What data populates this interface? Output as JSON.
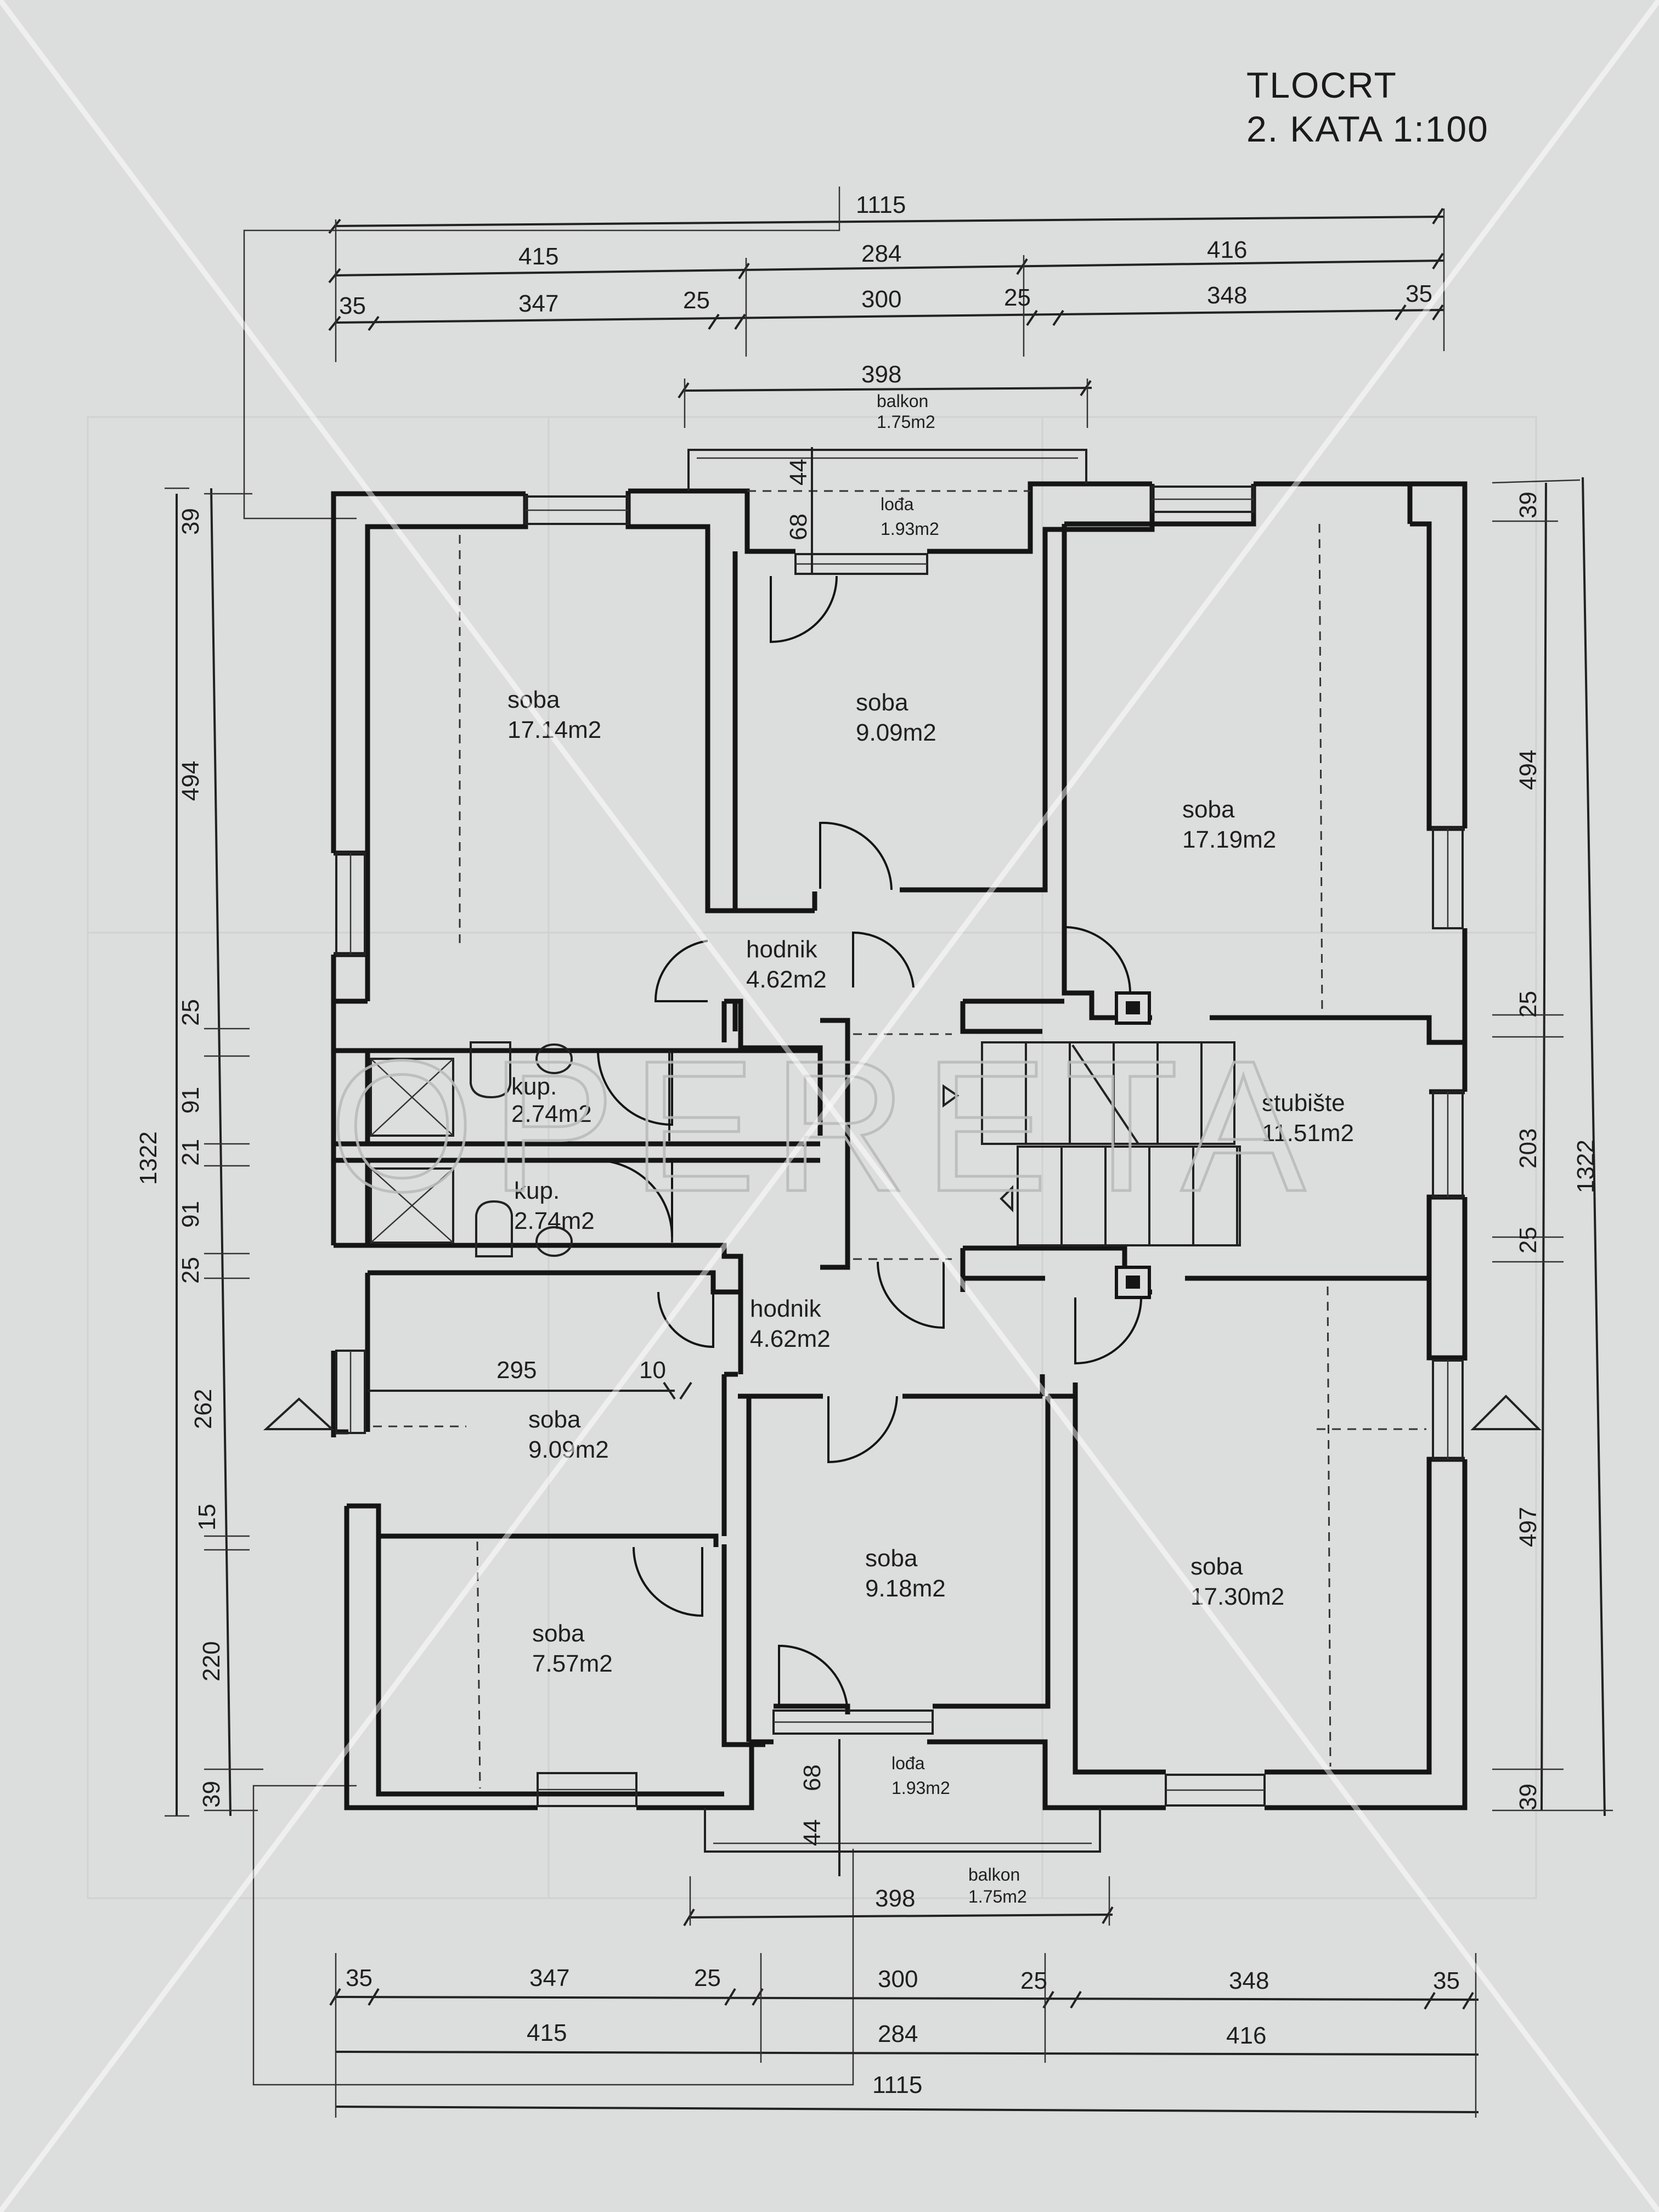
{
  "title": {
    "line1": "TLOCRT",
    "line2": "2. KATA 1:100"
  },
  "watermark": "OPERETA",
  "rooms": [
    {
      "id": "soba-nw",
      "name": "soba",
      "area": "17.14m2"
    },
    {
      "id": "soba-nc",
      "name": "soba",
      "area": "9.09m2"
    },
    {
      "id": "soba-ne",
      "name": "soba",
      "area": "17.19m2"
    },
    {
      "id": "hodnik-n",
      "name": "hodnik",
      "area": "4.62m2"
    },
    {
      "id": "kup-1",
      "name": "kup.",
      "area": "2.74m2"
    },
    {
      "id": "kup-2",
      "name": "kup.",
      "area": "2.74m2"
    },
    {
      "id": "stubiste",
      "name": "stubište",
      "area": "11.51m2"
    },
    {
      "id": "hodnik-s",
      "name": "hodnik",
      "area": "4.62m2"
    },
    {
      "id": "soba-w",
      "name": "soba",
      "area": "9.09m2"
    },
    {
      "id": "soba-sw",
      "name": "soba",
      "area": "7.57m2"
    },
    {
      "id": "soba-sc",
      "name": "soba",
      "area": "9.18m2"
    },
    {
      "id": "soba-se",
      "name": "soba",
      "area": "17.30m2"
    }
  ],
  "loggias": {
    "north": {
      "balkon": "balkon",
      "balkon_area": "1.75m2",
      "loda": "lođa",
      "loda_area": "1.93m2"
    },
    "south": {
      "balkon": "balkon",
      "balkon_area": "1.75m2",
      "loda": "lođa",
      "loda_area": "1.93m2"
    }
  },
  "dimensions": {
    "top_total": "1115",
    "top_row2": [
      "415",
      "284",
      "416"
    ],
    "top_row3": [
      "35",
      "347",
      "25",
      "300",
      "25",
      "348",
      "35"
    ],
    "top_balkon": "398",
    "north_loda": [
      "44",
      "68"
    ],
    "left": [
      "39",
      "494",
      "25",
      "91",
      "21",
      "91",
      "25",
      "262",
      "15",
      "220",
      "39"
    ],
    "left_total": "1322",
    "right": [
      "39",
      "494",
      "25",
      "203",
      "25",
      "497",
      "39"
    ],
    "right_total": "1322",
    "interior": [
      "295",
      "10"
    ],
    "south_loda": [
      "68",
      "44"
    ],
    "bottom_balkon": "398",
    "bottom_row3": [
      "35",
      "347",
      "25",
      "300",
      "25",
      "348",
      "35"
    ],
    "bottom_row2": [
      "415",
      "284",
      "416"
    ],
    "bottom_total": "1115"
  }
}
